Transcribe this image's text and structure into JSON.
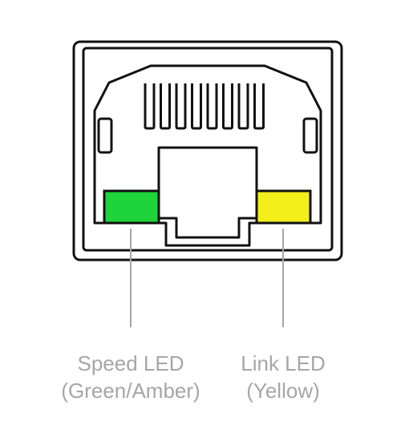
{
  "labels": {
    "speed_line1": "Speed LED",
    "speed_line2": "(Green/Amber)",
    "link_line1": "Link LED",
    "link_line2": "(Yellow)"
  },
  "colors": {
    "speed_led": "#1ed43a",
    "link_led": "#f4ee1b",
    "outline": "#111111",
    "leader_line": "#a6a6a6",
    "label_text": "#a6a6a6"
  },
  "diagram": {
    "pin_count": 8
  }
}
